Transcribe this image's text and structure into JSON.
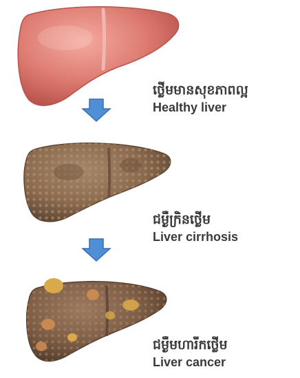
{
  "stages": [
    {
      "label_km": "ថ្លើមមានសុខភាពល្អ",
      "label_en": "Healthy liver",
      "condition": "healthy",
      "colors": {
        "base": "#d9746a",
        "light": "#ef9d92",
        "dark": "#b8524c",
        "ligament": "#f0b7ae"
      }
    },
    {
      "label_km": "ជម្ងឺក្រិនថ្លើម",
      "label_en": "Liver cirrhosis",
      "condition": "cirrhosis",
      "colors": {
        "base": "#8b6a4e",
        "light": "#a68668",
        "dark": "#5e4633",
        "nodule": "#b19274"
      }
    },
    {
      "label_km": "ជម្ងឺមហារីកថ្លើម",
      "label_en": "Liver cancer",
      "condition": "cancer",
      "colors": {
        "base": "#7e5d45",
        "light": "#9b7a5f",
        "dark": "#553e2e",
        "tumor": "#d9a94a",
        "tumor2": "#c98a52"
      }
    }
  ],
  "arrow": {
    "color": "#4f8fd6",
    "edge": "#3a6fae",
    "icon": "arrow-down-icon"
  }
}
